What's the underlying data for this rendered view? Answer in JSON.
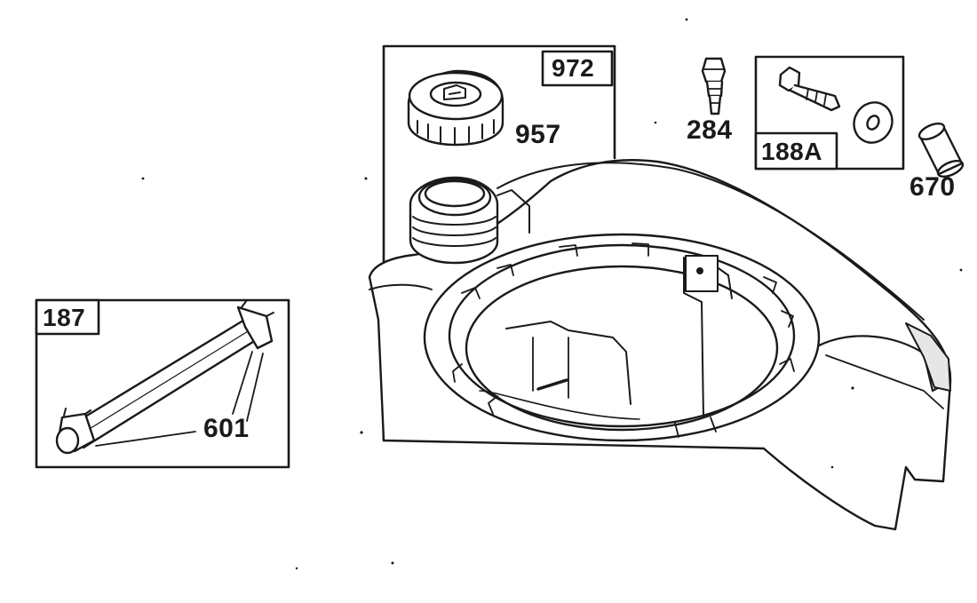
{
  "callouts": {
    "kit_972": "972",
    "cap_957": "957",
    "fitting_284": "284",
    "kit_188a": "188A",
    "bushing_670": "670",
    "kit_187": "187",
    "clamp_601": "601"
  },
  "colors": {
    "line": "#1a1a1a",
    "paper": "#ffffff",
    "shade": "#d9d9d9"
  }
}
